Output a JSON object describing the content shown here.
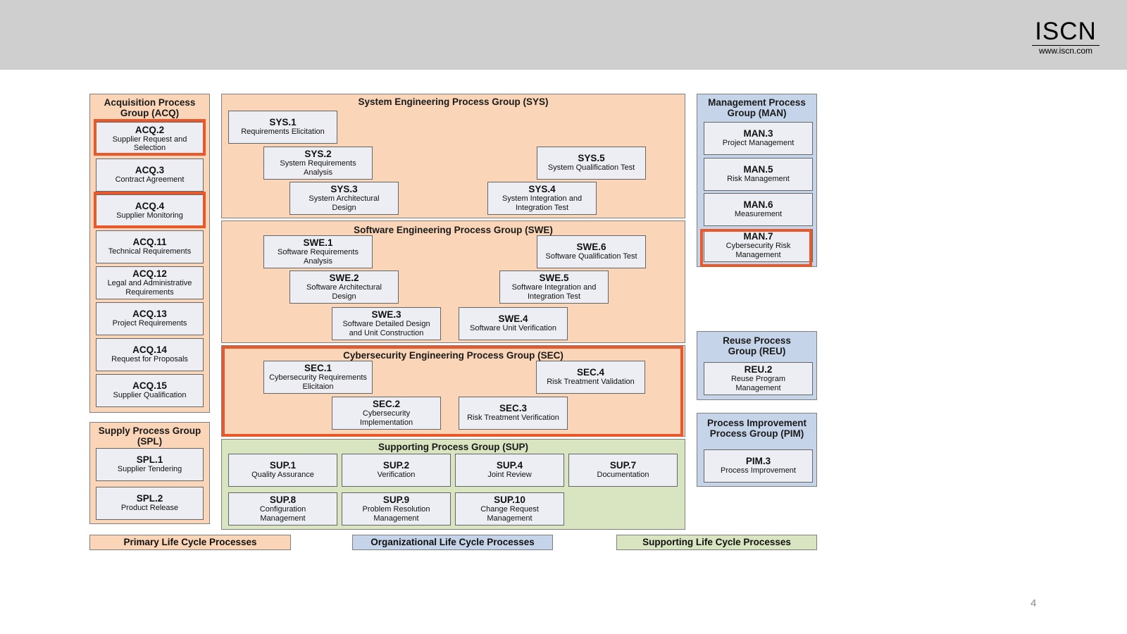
{
  "header": {
    "logo_text": "ISCN",
    "logo_url": "www.iscn.com"
  },
  "groups": {
    "acq": {
      "title": "Acquisition Process Group (ACQ)"
    },
    "spl": {
      "title": "Supply Process Group (SPL)"
    },
    "sys": {
      "title": "System Engineering Process Group (SYS)"
    },
    "swe": {
      "title": "Software Engineering Process Group (SWE)"
    },
    "sec": {
      "title": "Cybersecurity Engineering Process Group (SEC)"
    },
    "sup": {
      "title": "Supporting Process Group (SUP)"
    },
    "man": {
      "title": "Management Process Group (MAN)"
    },
    "reu": {
      "title": "Reuse Process Group (REU)"
    },
    "pim": {
      "title": "Process Improvement Process Group (PIM)"
    }
  },
  "processes": {
    "acq2": {
      "code": "ACQ.2",
      "name": "Supplier Request and Selection"
    },
    "acq3": {
      "code": "ACQ.3",
      "name": "Contract Agreement"
    },
    "acq4": {
      "code": "ACQ.4",
      "name": "Supplier Monitoring"
    },
    "acq11": {
      "code": "ACQ.11",
      "name": "Technical Requirements"
    },
    "acq12": {
      "code": "ACQ.12",
      "name": "Legal and Administrative Requirements"
    },
    "acq13": {
      "code": "ACQ.13",
      "name": "Project Requirements"
    },
    "acq14": {
      "code": "ACQ.14",
      "name": "Request for Proposals"
    },
    "acq15": {
      "code": "ACQ.15",
      "name": "Supplier Qualification"
    },
    "spl1": {
      "code": "SPL.1",
      "name": "Supplier Tendering"
    },
    "spl2": {
      "code": "SPL.2",
      "name": "Product Release"
    },
    "sys1": {
      "code": "SYS.1",
      "name": "Requirements Elicitation"
    },
    "sys2": {
      "code": "SYS.2",
      "name": "System Requirements Analysis"
    },
    "sys3": {
      "code": "SYS.3",
      "name": "System Architectural Design"
    },
    "sys4": {
      "code": "SYS.4",
      "name": "System Integration and Integration Test"
    },
    "sys5": {
      "code": "SYS.5",
      "name": "System Qualification Test"
    },
    "swe1": {
      "code": "SWE.1",
      "name": "Software Requirements Analysis"
    },
    "swe2": {
      "code": "SWE.2",
      "name": "Software Architectural Design"
    },
    "swe3": {
      "code": "SWE.3",
      "name": "Software Detailed Design and Unit Construction"
    },
    "swe4": {
      "code": "SWE.4",
      "name": "Software Unit Verification"
    },
    "swe5": {
      "code": "SWE.5",
      "name": "Software Integration and Integration Test"
    },
    "swe6": {
      "code": "SWE.6",
      "name": "Software Qualification Test"
    },
    "sec1": {
      "code": "SEC.1",
      "name": "Cybersecurity Requirements Elicitaion"
    },
    "sec2": {
      "code": "SEC.2",
      "name": "Cybersecurity Implementation"
    },
    "sec3": {
      "code": "SEC.3",
      "name": "Risk Treatment Verification"
    },
    "sec4": {
      "code": "SEC.4",
      "name": "Risk Treatment Validation"
    },
    "sup1": {
      "code": "SUP.1",
      "name": "Quality Assurance"
    },
    "sup2": {
      "code": "SUP.2",
      "name": "Verification"
    },
    "sup4": {
      "code": "SUP.4",
      "name": "Joint Review"
    },
    "sup7": {
      "code": "SUP.7",
      "name": "Documentation"
    },
    "sup8": {
      "code": "SUP.8",
      "name": "Configuration Management"
    },
    "sup9": {
      "code": "SUP.9",
      "name": "Problem Resolution Management"
    },
    "sup10": {
      "code": "SUP.10",
      "name": "Change Request Management"
    },
    "man3": {
      "code": "MAN.3",
      "name": "Project Management"
    },
    "man5": {
      "code": "MAN.5",
      "name": "Risk Management"
    },
    "man6": {
      "code": "MAN.6",
      "name": "Measurement"
    },
    "man7": {
      "code": "MAN.7",
      "name": "Cybersecurity Risk Management"
    },
    "reu2": {
      "code": "REU.2",
      "name": "Reuse Program Management"
    },
    "pim3": {
      "code": "PIM.3",
      "name": "Process Improvement"
    }
  },
  "legend": {
    "primary": "Primary Life Cycle Processes",
    "organizational": "Organizational Life Cycle Processes",
    "supporting": "Supporting Life Cycle Processes"
  },
  "colors": {
    "primary": "#fad5b7",
    "organizational": "#c5d4e8",
    "supporting": "#d9e4c1",
    "highlight": "#e8582a"
  },
  "footer": {
    "page_number": "4"
  }
}
